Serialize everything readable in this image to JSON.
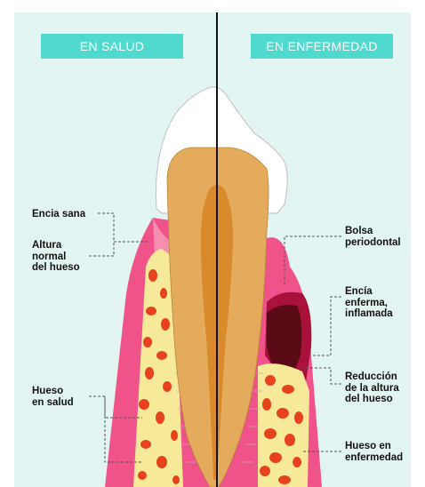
{
  "headers": {
    "healthy": "EN SALUD",
    "disease": "EN ENFERMEDAD"
  },
  "labels": {
    "left": {
      "healthy_gum": "Encia sana",
      "normal_bone_height": "Altura\nnormal\ndel hueso",
      "healthy_bone": "Hueso\nen salud"
    },
    "right": {
      "periodontal_pocket": "Bolsa\nperiodontal",
      "diseased_gum": "Encía\nenferma,\ninflamada",
      "bone_height_reduction": "Reducción\nde la altura\ndel hueso",
      "diseased_bone": "Hueso en\nenfermedad"
    }
  },
  "colors": {
    "background": "#e3f5f3",
    "header": "#4fd9cf",
    "gum": "#f0528a",
    "gum_light": "#f7a6c0",
    "bone": "#f6ea9a",
    "bone_spots": "#e6421e",
    "inflamed_gum": "#a8123a",
    "pocket": "#5a0a14",
    "dentin": "#e4ab5c",
    "pulp": "#d98a2c",
    "enamel": "#ffffff",
    "divider": "#111111"
  }
}
